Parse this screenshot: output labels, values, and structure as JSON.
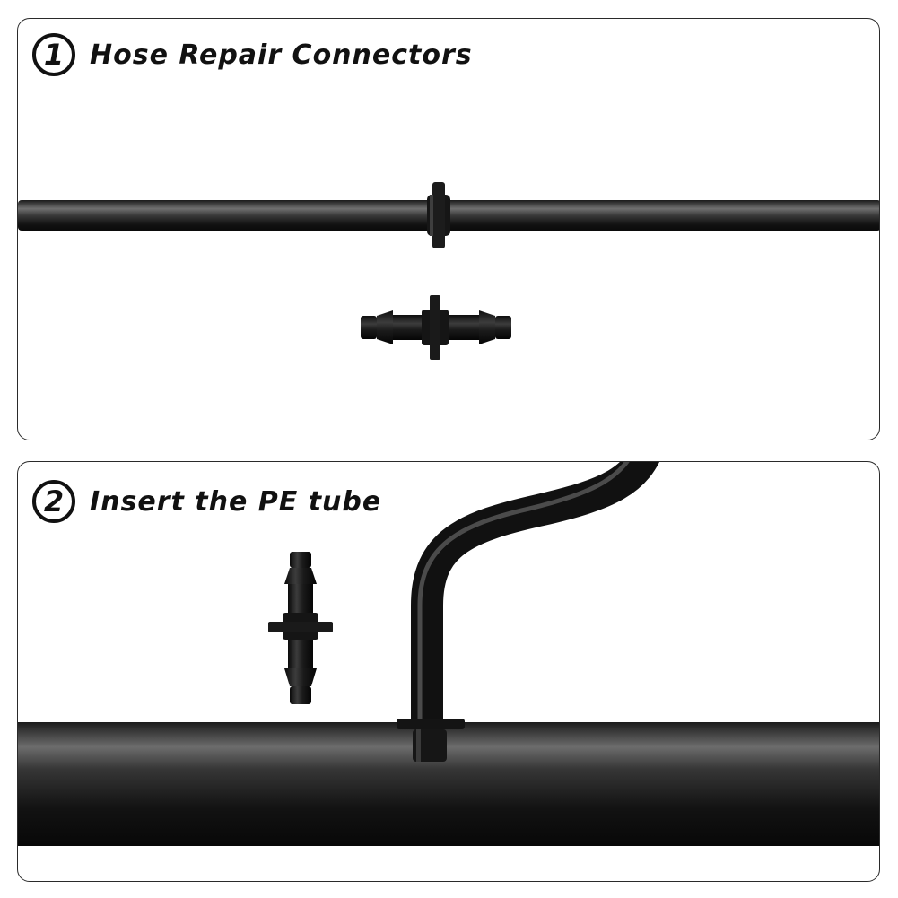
{
  "steps": [
    {
      "number": "1",
      "title": "Hose Repair Connectors"
    },
    {
      "number": "2",
      "title": "Insert the PE tube"
    }
  ],
  "colors": {
    "tube_dark": "#141414",
    "tube_highlight": "#6a6a6a",
    "border": "#2a2a2a",
    "background": "#ffffff"
  }
}
